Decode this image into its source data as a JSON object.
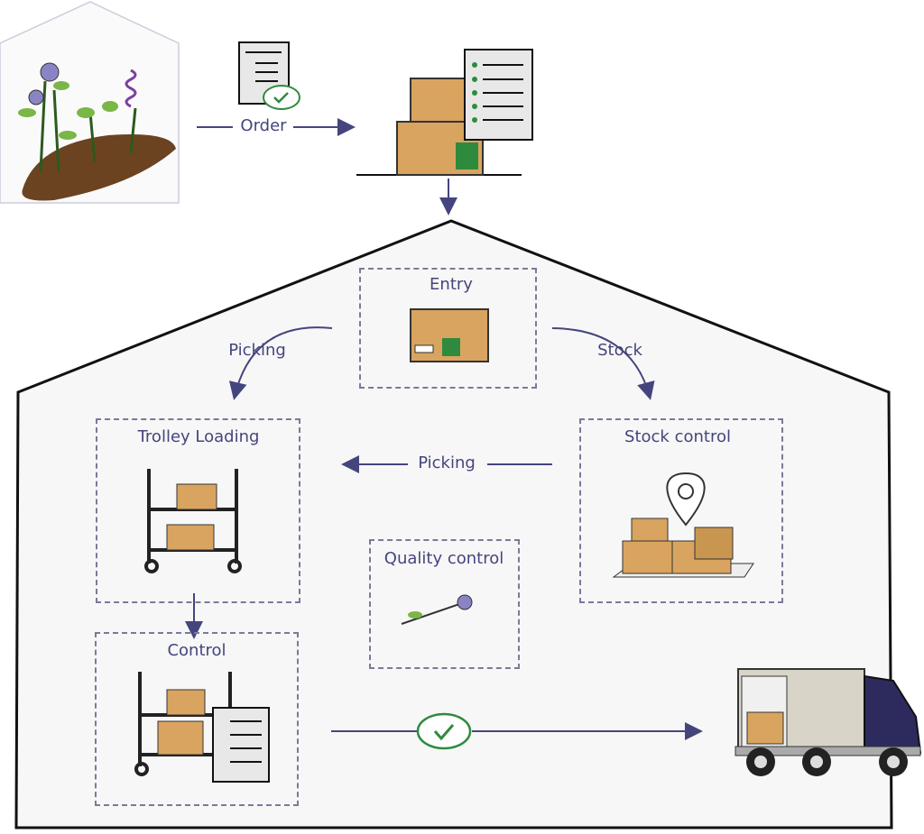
{
  "colors": {
    "arrow": "#45457e",
    "outline": "#111111",
    "house_fill": "#f7f7f7",
    "box": "#d9a45f",
    "check": "#2e8b3e",
    "truck": "#2d2b5e"
  },
  "labels": {
    "order": "Order",
    "entry": "Entry",
    "picking_left": "Picking",
    "stock": "Stock",
    "trolley_loading": "Trolley Loading",
    "stock_control": "Stock control",
    "picking_center": "Picking",
    "quality_control": "Quality control",
    "control": "Control"
  },
  "icons": [
    "greenhouse-plants",
    "order-document-check",
    "boxes-clipboard",
    "cardboard-box",
    "trolley-boxes",
    "location-pin-boxes",
    "flower-stem",
    "trolley-clipboard",
    "check-badge",
    "delivery-truck"
  ]
}
